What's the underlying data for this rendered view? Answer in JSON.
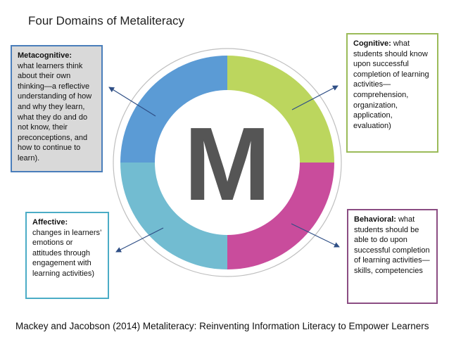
{
  "title": "Four Domains of Metaliteracy",
  "center_letter": "M",
  "citation": "Mackey and Jacobson (2014) Metaliteracy: Reinventing Information Literacy to Empower Learners",
  "domains": {
    "metacognitive": {
      "heading": "Metacognitive:",
      "text": "what learners think about their own thinking—a reflective understanding of how and why they learn, what they do and do not know, their preconceptions, and how to continue to learn).",
      "color": "#5b9bd5",
      "border": "#4a7ebb"
    },
    "cognitive": {
      "heading": "Cognitive:",
      "text": " what students should know upon successful completion of learning activities— comprehension, organization, application, evaluation)",
      "color": "#bcd65e",
      "border": "#9bbb59"
    },
    "affective": {
      "heading": "Affective:",
      "text": "changes in learners’ emotions or attitudes through engagement with learning activities)",
      "color": "#72bcd1",
      "border": "#4bacc6"
    },
    "behavioral": {
      "heading": "Behavioral:",
      "text": " what students should be able to do upon successful completion of learning activities— skills, competencies",
      "color": "#c94c9c",
      "border": "#8b4d83"
    }
  },
  "colors": {
    "letter": "#555555",
    "arrow": "#2f4f86",
    "outer_ring": "#bfbfbf"
  }
}
